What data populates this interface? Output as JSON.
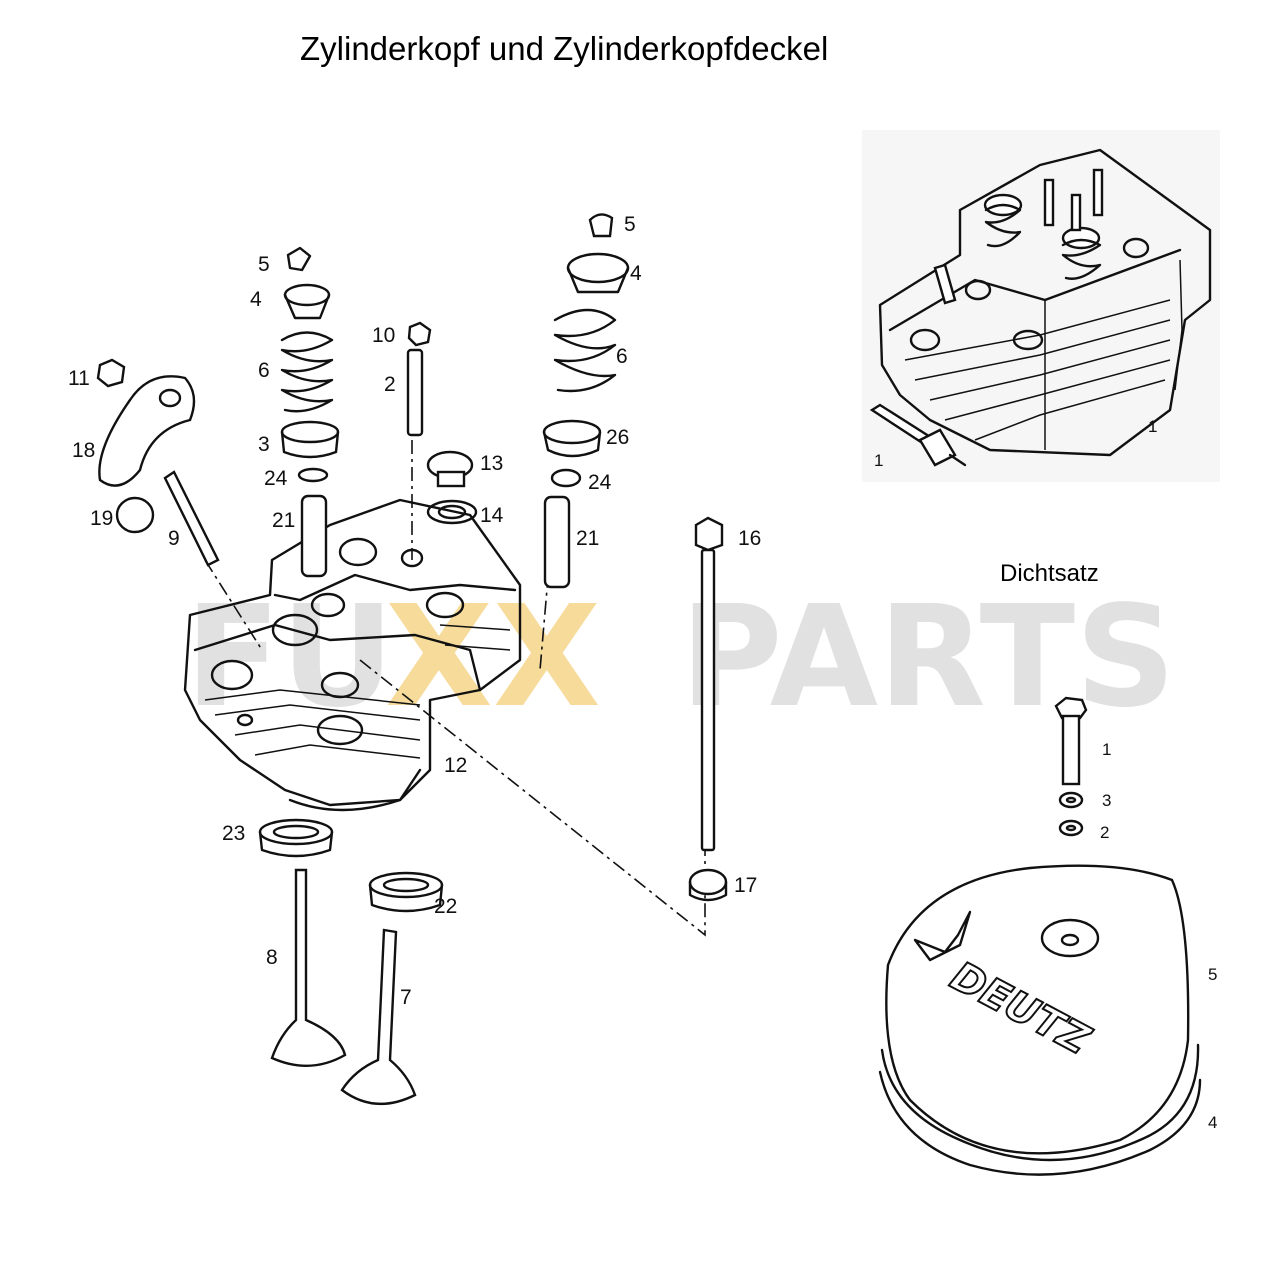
{
  "title": "Zylinderkopf und Zylinderkopfdeckel",
  "section_dichtsatz": "Dichtsatz",
  "watermark": {
    "prefix": "FU",
    "mid": "XX",
    "suffix": "PARTS",
    "color_main": "#d9d9d9",
    "color_accent": "#f5d58a"
  },
  "cover_logo_text": "DEUTZ",
  "callouts_main": [
    "5",
    "4",
    "6",
    "3",
    "24",
    "21",
    "10",
    "2",
    "11",
    "18",
    "19",
    "9",
    "13",
    "14",
    "5",
    "4",
    "6",
    "26",
    "24",
    "21",
    "16",
    "12",
    "23",
    "22",
    "8",
    "7",
    "17"
  ],
  "callouts_assembly": [
    "1",
    "1"
  ],
  "callouts_cover": [
    "1",
    "3",
    "2",
    "5",
    "4"
  ]
}
